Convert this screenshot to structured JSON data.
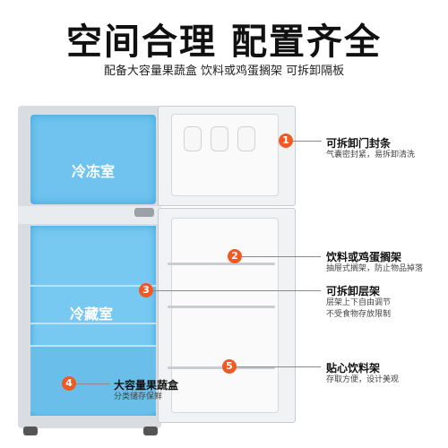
{
  "header": {
    "title": "空间合理 配置齐全",
    "subtitle": "配备大容量果蔬盒 饮料或鸡蛋搁架 可拆卸隔板"
  },
  "fridge": {
    "freezer_label": "冷冻室",
    "fridge_label": "冷藏室"
  },
  "callouts": [
    {
      "number": "1",
      "title": "可拆卸门封条",
      "desc": "气囊密封紧，易拆卸清洗"
    },
    {
      "number": "2",
      "title": "饮料或鸡蛋搁架",
      "desc": "抽屉式搁架，防止物品掉落"
    },
    {
      "number": "3",
      "title": "可拆卸层架",
      "desc_line1": "层架上下自由调节",
      "desc_line2": "不受食物存放限制"
    },
    {
      "number": "4",
      "title": "大容量果蔬盒",
      "desc": "分类储存保鲜"
    },
    {
      "number": "5",
      "title": "贴心饮料架",
      "desc": "存取方便，设计美观"
    }
  ],
  "colors": {
    "badge": "#f05a22",
    "interior_blue": "#78c9f1"
  }
}
